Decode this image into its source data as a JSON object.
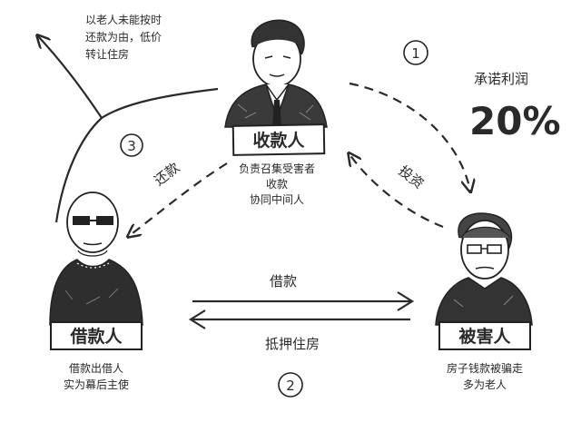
{
  "top_left_note": [
    "以老人未能按时",
    "还款为由，低价",
    "转让住房"
  ],
  "promise": {
    "label": "承诺利润",
    "value": "20%"
  },
  "collector": {
    "label": "收款人",
    "notes": [
      "负责召集受害者",
      "收款",
      "协同中间人"
    ]
  },
  "borrower": {
    "label": "借款人",
    "notes": [
      "借款出借人",
      "实为幕后主使"
    ]
  },
  "victim": {
    "label": "被害人",
    "notes": [
      "房子钱款被骗走",
      "多为老人"
    ]
  },
  "arrows": {
    "invest": "投资",
    "repay": "还款",
    "loan": "借款",
    "mortgage": "抵押住房"
  },
  "steps": {
    "one": "1",
    "two": "2",
    "three": "3"
  },
  "colors": {
    "ink": "#2a2a2a",
    "paper": "#ffffff"
  }
}
